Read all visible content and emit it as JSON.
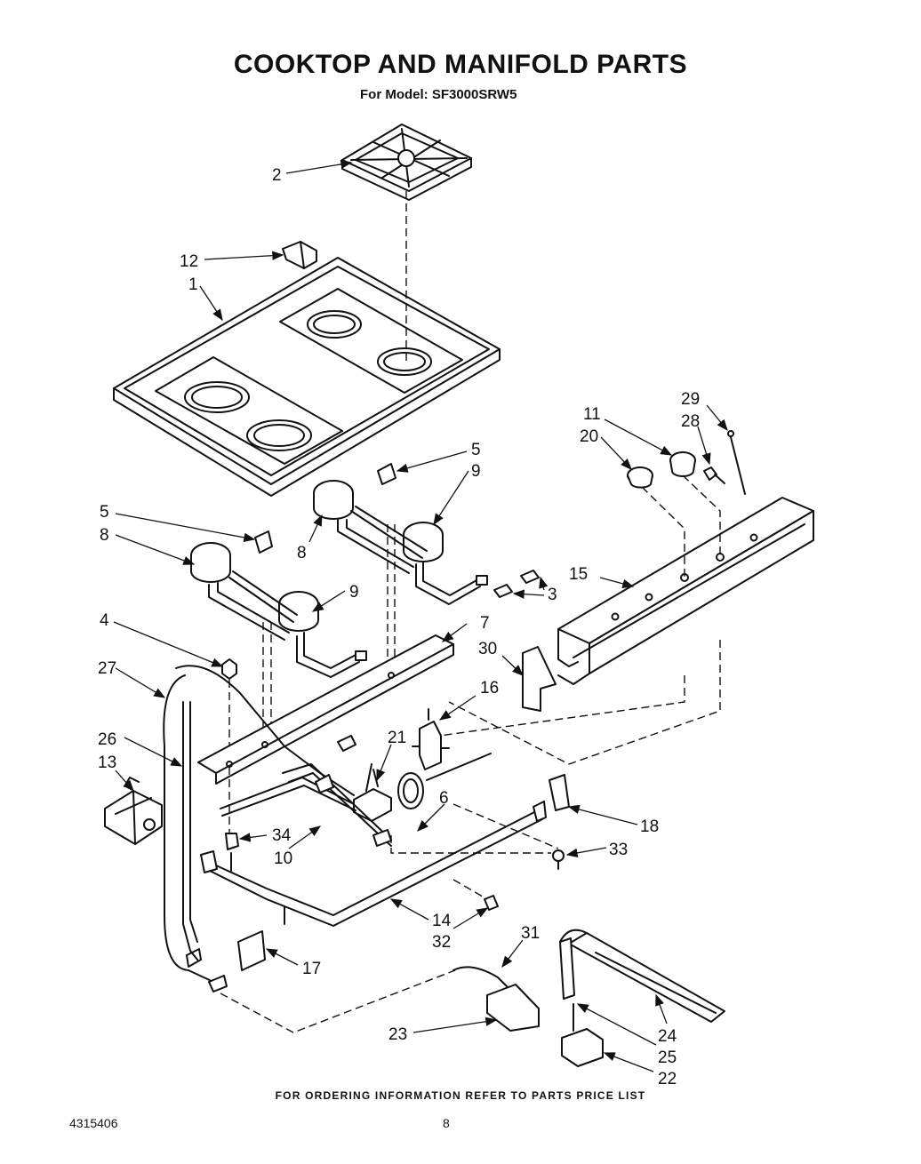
{
  "header": {
    "title": "COOKTOP AND MANIFOLD PARTS",
    "subtitle": "For Model: SF3000SRW5"
  },
  "footer": {
    "note": "FOR ORDERING INFORMATION REFER TO PARTS PRICE LIST",
    "doc_number": "4315406",
    "page_number": "8"
  },
  "callouts": [
    "1",
    "2",
    "3",
    "4",
    "5",
    "5",
    "6",
    "7",
    "8",
    "8",
    "9",
    "9",
    "10",
    "11",
    "12",
    "13",
    "14",
    "15",
    "16",
    "17",
    "18",
    "20",
    "21",
    "22",
    "23",
    "24",
    "25",
    "26",
    "27",
    "28",
    "29",
    "30",
    "31",
    "32",
    "33",
    "34"
  ]
}
